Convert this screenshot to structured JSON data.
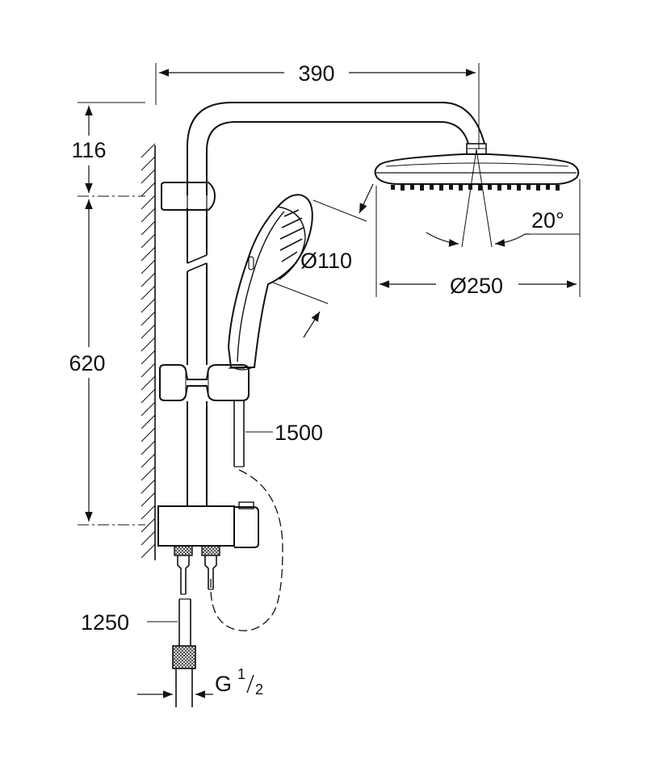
{
  "dimensions": {
    "arm_reach": "390",
    "top_offset": "116",
    "rail_height": "620",
    "hand_shower_diameter": "Ø110",
    "head_shower_diameter": "Ø250",
    "head_tilt_angle": "20°",
    "shower_hose_length": "1500",
    "supply_hose_length": "1250",
    "connection_thread_prefix": "G",
    "connection_thread_fraction_num": "1",
    "connection_thread_fraction_den": "2"
  }
}
